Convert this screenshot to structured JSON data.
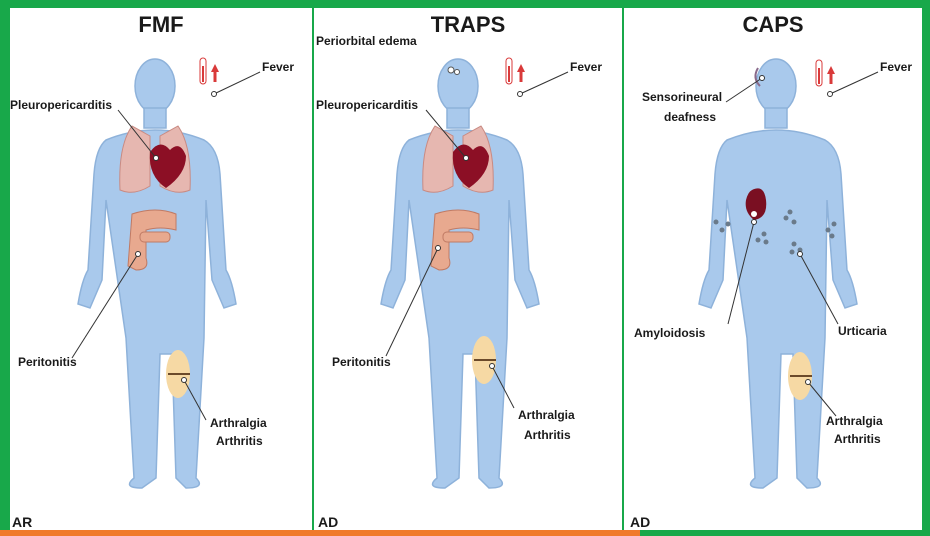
{
  "colors": {
    "border": "#18a84a",
    "body": "#a9c9ec",
    "body_outline": "#8eb2da",
    "heart": "#8c0f25",
    "lungs": "#e6b7b0",
    "intestine": "#e8a98f",
    "joint": "#f6d9a4",
    "thermometer": "#d93a3a",
    "accent_bar": "#f07a2a"
  },
  "panels": [
    {
      "title": "FMF",
      "inheritance": "AR",
      "labels": {
        "fever": "Fever",
        "pleuropericarditis": "Pleuropericarditis",
        "peritonitis": "Peritonitis",
        "arthralgia": "Arthralgia",
        "arthritis": "Arthritis"
      }
    },
    {
      "title": "TRAPS",
      "inheritance": "AD",
      "labels": {
        "periorbital": "Periorbital edema",
        "fever": "Fever",
        "pleuropericarditis": "Pleuropericarditis",
        "peritonitis": "Peritonitis",
        "arthralgia": "Arthralgia",
        "arthritis": "Arthritis"
      }
    },
    {
      "title": "CAPS",
      "inheritance": "AD",
      "labels": {
        "sensorineural": "Sensorineural",
        "deafness": "deafness",
        "fever": "Fever",
        "amyloidosis": "Amyloidosis",
        "urticaria": "Urticaria",
        "arthralgia": "Arthralgia",
        "arthritis": "Arthritis"
      }
    }
  ]
}
